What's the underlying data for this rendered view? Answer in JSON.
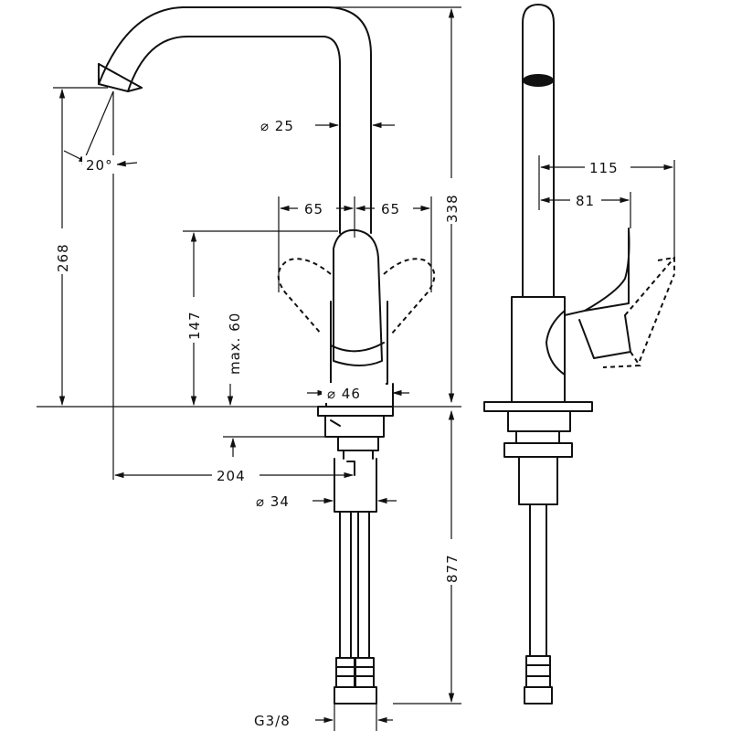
{
  "dimensions": {
    "dia_spout": "⌀ 25",
    "angle": "20°",
    "height_268": "268",
    "height_338": "338",
    "left_65": "65",
    "right_65": "65",
    "height_147": "147",
    "max_60": "max. 60",
    "dia_46": "⌀ 46",
    "reach_204": "204",
    "dia_34": "⌀ 34",
    "length_877": "877",
    "thread": "G3/8",
    "side_115": "115",
    "side_81": "81"
  }
}
